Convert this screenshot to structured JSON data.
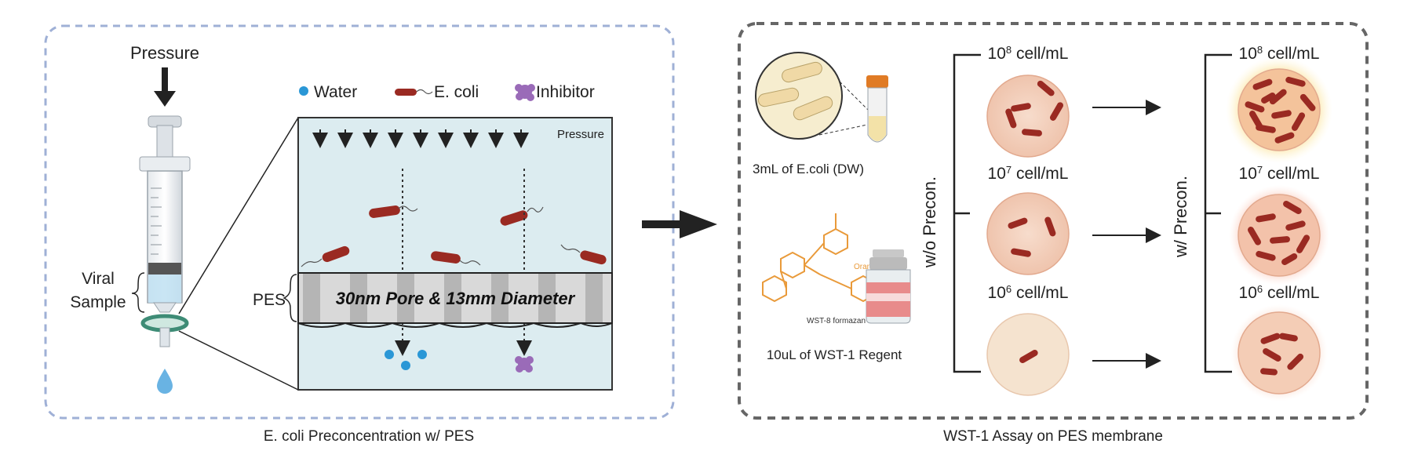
{
  "left_panel": {
    "caption": "E. coli Preconcentration w/ PES",
    "pressure_label": "Pressure",
    "viral_label_line1": "Viral",
    "viral_label_line2": "Sample",
    "legend": {
      "water": "Water",
      "ecoli": "E. coli",
      "inhibitor": "Inhibitor"
    },
    "box_pressure": "Pressure",
    "pes_label": "PES",
    "membrane_text": "30nm Pore & 13mm Diameter"
  },
  "right_panel": {
    "caption": "WST-1 Assay on PES membrane",
    "sample_label": "3mL of E.coli (DW)",
    "reagent_label": "10uL of WST-1 Regent",
    "formazan_title": "Orange color",
    "formazan_name": "WST-8 formazan",
    "without_label": "w/o Precon.",
    "with_label": "w/ Precon.",
    "conc_base": "10",
    "conc_unit": " cell/mL",
    "left_exponents": [
      "8",
      "7",
      "6"
    ],
    "right_exponents": [
      "8",
      "7",
      "6"
    ]
  },
  "colors": {
    "left_border": "#9fb0d6",
    "right_border": "#666666",
    "box_fill": "#dcecf0",
    "membrane_dark": "#b5b5b5",
    "membrane_light": "#d9d9d9",
    "bacteria": "#9a2a22",
    "water": "#2a97d6",
    "inhibitor": "#9a6bb8",
    "dish": "#f4d2bf",
    "glow": "#f7c94a"
  }
}
